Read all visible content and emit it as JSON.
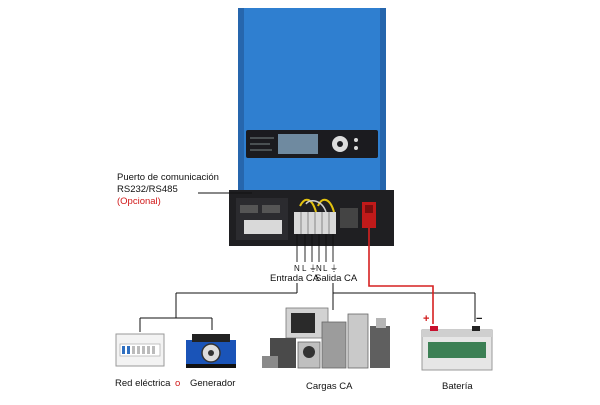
{
  "port_label": {
    "line1": "Puerto de comunicación",
    "line2": "RS232/RS485",
    "line3": "(Opcional)"
  },
  "terminals": {
    "input": [
      "N",
      "L",
      "⏚"
    ],
    "output": [
      "N",
      "L",
      "⏚"
    ],
    "input_label": "Entrada CA",
    "output_label": "Salida CA"
  },
  "loads": {
    "grid": "Red eléctrica",
    "or": "o",
    "generator": "Generador",
    "ac_loads": "Cargas CA",
    "battery": "Batería"
  },
  "battery_polarity": {
    "positive": "+",
    "negative": "−"
  },
  "colors": {
    "inverter_blue": "#2f7fd0",
    "inverter_dark": "#1f1f22",
    "dc_wire": "#d62020",
    "accent_red": "#d11919",
    "battery_green": "#1d6d3b"
  }
}
